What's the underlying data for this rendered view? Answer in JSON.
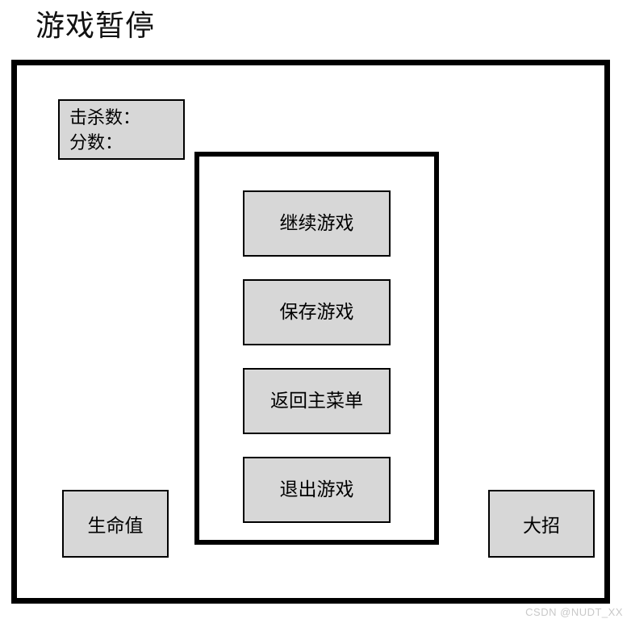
{
  "screen": {
    "title": "游戏暂停"
  },
  "hud": {
    "stats": {
      "kills_label": "击杀数：",
      "score_label": "分数："
    },
    "health_label": "生命值",
    "ultimate_label": "大招"
  },
  "pause_menu": {
    "buttons": [
      {
        "label": "继续游戏"
      },
      {
        "label": "保存游戏"
      },
      {
        "label": "返回主菜单"
      },
      {
        "label": "退出游戏"
      }
    ]
  },
  "watermark": {
    "text": "CSDN @NUDT_XX"
  },
  "colors": {
    "panel_fill": "#d7d7d7",
    "border": "#000000",
    "background": "#ffffff",
    "watermark": "#c9c9c9"
  }
}
